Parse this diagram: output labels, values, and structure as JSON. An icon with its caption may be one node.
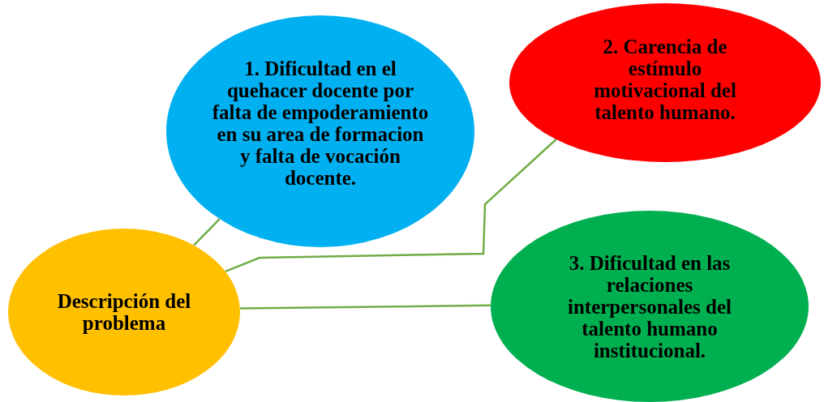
{
  "diagram": {
    "nodes": [
      {
        "text": [
          "Descripción del problema"
        ]
      },
      {
        "text": [
          "1. Dificultad en el quehacer docente por falta de empoderamiento en su area de formacion y falta de vocación docente."
        ]
      },
      {
        "text": [
          "2. Carencia de estímulo motivacional del talento humano."
        ]
      },
      {
        "text": [
          "3. Dificultad en las relaciones interpersonales del talento humano institucional."
        ]
      }
    ],
    "edges": [
      {
        "from": 0,
        "to": 1,
        "arrow": "none"
      },
      {
        "from": 0,
        "to": 2,
        "arrow": "none"
      },
      {
        "from": 0,
        "to": 3,
        "arrow": "none"
      }
    ]
  }
}
